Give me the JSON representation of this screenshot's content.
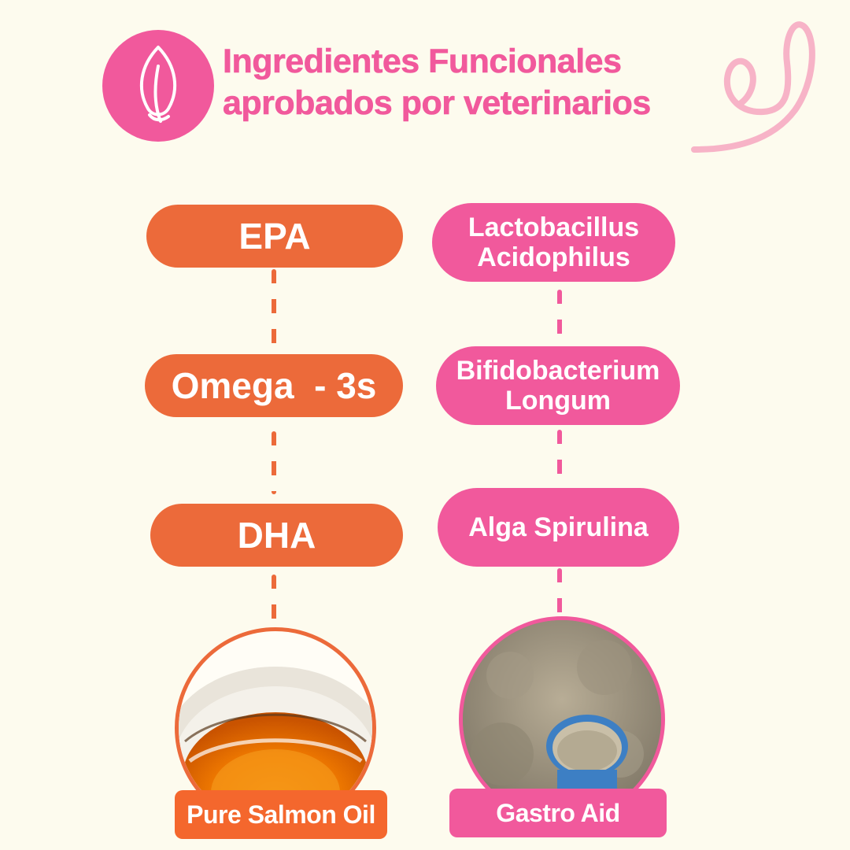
{
  "header": {
    "icon": "leaf-icon",
    "title_line1": "Ingredientes Funcionales",
    "title_line2": "aprobados por veterinarios"
  },
  "colors": {
    "background": "#fdfbee",
    "orange": "#ec6a3a",
    "pink": "#f1599c",
    "swirl": "#f7b3c7"
  },
  "left_column": {
    "items": [
      "EPA",
      "Omega  - 3s",
      "DHA"
    ],
    "product_label": "Pure Salmon Oil",
    "product_image": "salmon-oil-bowl"
  },
  "right_column": {
    "items": [
      {
        "line1": "Lactobacillus",
        "line2": "Acidophilus"
      },
      {
        "line1": "Bifidobacterium",
        "line2": "Longum"
      },
      {
        "line1": "Alga Spirulina",
        "line2": ""
      }
    ],
    "product_label": "Gastro Aid",
    "product_image": "powder-scoop"
  }
}
